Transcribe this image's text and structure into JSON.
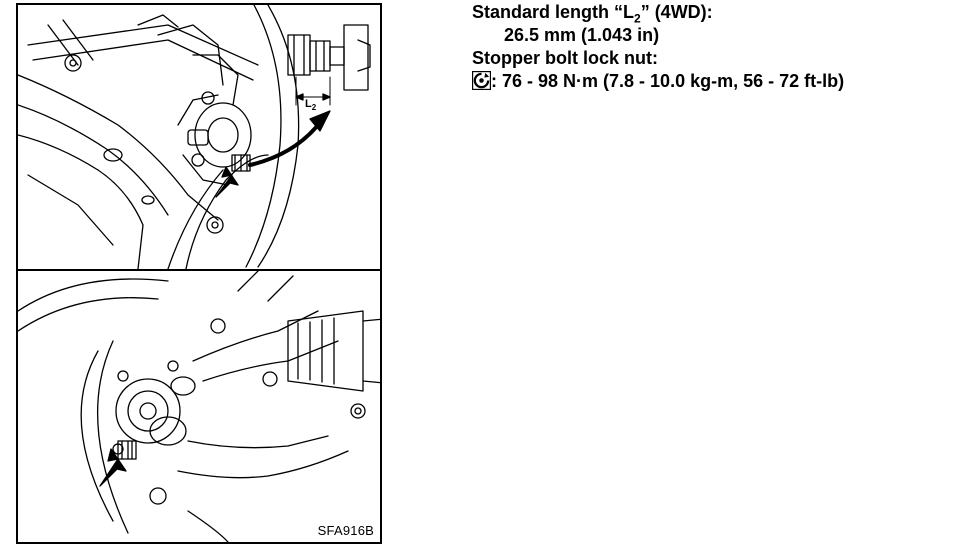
{
  "spec": {
    "standard_length_label": "Standard length “L",
    "standard_length_sub": "2",
    "standard_length_suffix": "” (4WD):",
    "standard_length_value": "26.5 mm (1.043 in)",
    "stopper_label": "Stopper bolt lock nut:",
    "torque_value": ": 76 - 98 N·m (7.8 - 10.0 kg-m, 56 - 72 ft-lb)",
    "torque_icon": "torque-wrench-icon"
  },
  "figure": {
    "detail_label": "L",
    "detail_label_sub": "2",
    "code": "SFA916B"
  }
}
